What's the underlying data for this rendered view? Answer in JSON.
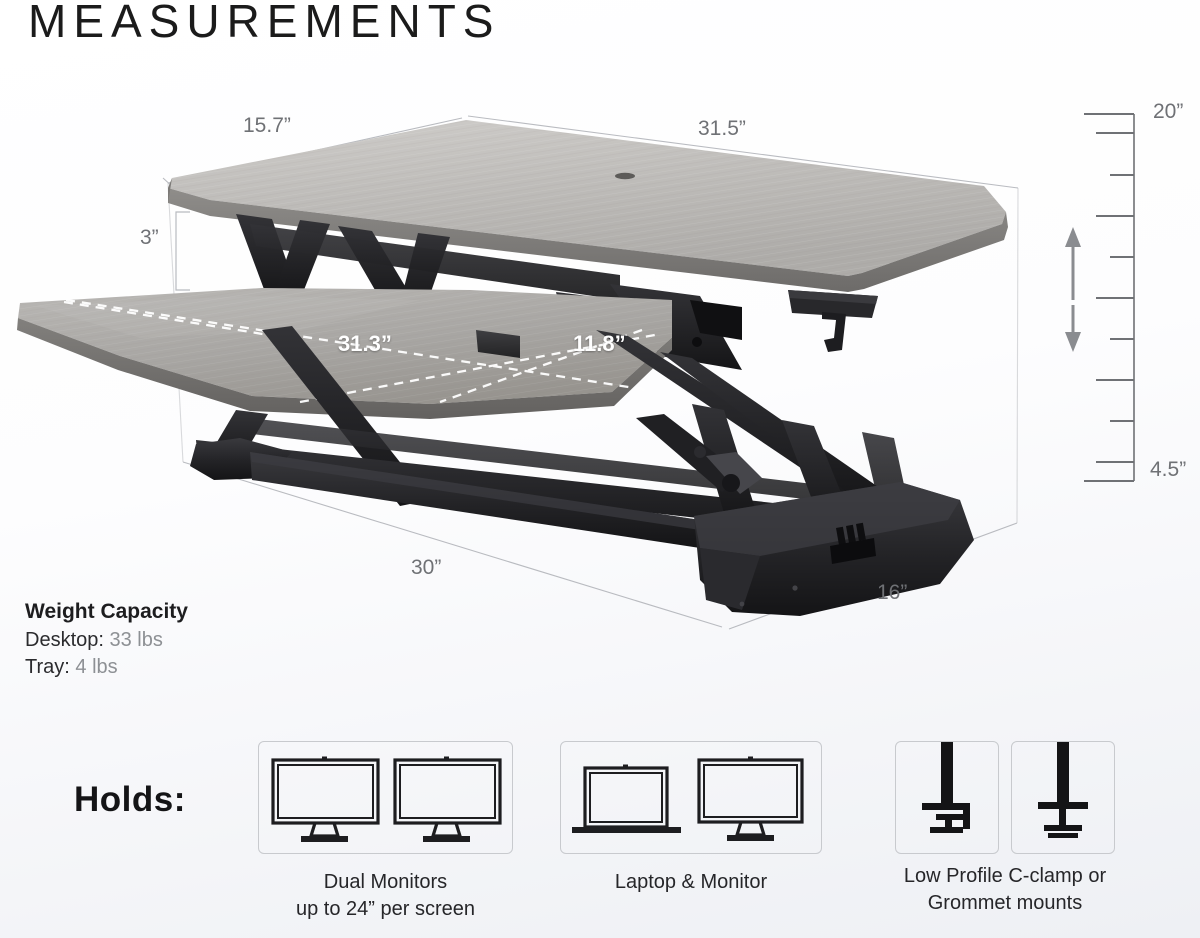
{
  "title": "MEASUREMENTS",
  "dimensions": {
    "desktop_depth": "15.7”",
    "desktop_width": "31.5”",
    "desktop_thickness": "3”",
    "tray_width": "31.3”",
    "tray_depth": "11.8”",
    "base_width": "30”",
    "base_depth": "16”",
    "height_max": "20”",
    "height_min": "4.5”"
  },
  "weight_capacity": {
    "heading": "Weight Capacity",
    "rows": [
      {
        "label": "Desktop:",
        "value": "33 lbs"
      },
      {
        "label": "Tray:",
        "value": "4 lbs"
      }
    ]
  },
  "holds": {
    "label": "Holds:",
    "options": [
      {
        "icons": [
          "monitor-icon",
          "monitor-icon"
        ],
        "caption_line1": "Dual Monitors",
        "caption_line2": "up to 24” per screen"
      },
      {
        "icons": [
          "laptop-icon",
          "monitor-icon"
        ],
        "caption_line1": "Laptop & Monitor",
        "caption_line2": ""
      },
      {
        "icons": [
          "c-clamp-icon",
          "grommet-mount-icon"
        ],
        "caption_line1": "Low Profile C-clamp or",
        "caption_line2": "Grommet mounts"
      }
    ]
  },
  "colors": {
    "desktop_surface": "#b7b5b2",
    "frame_black": "#1c1c1e",
    "dimension_gray": "#6f7175",
    "dashed_white": "#ffffff",
    "background_top": "#ffffff",
    "background_bottom": "#eef0f4"
  }
}
